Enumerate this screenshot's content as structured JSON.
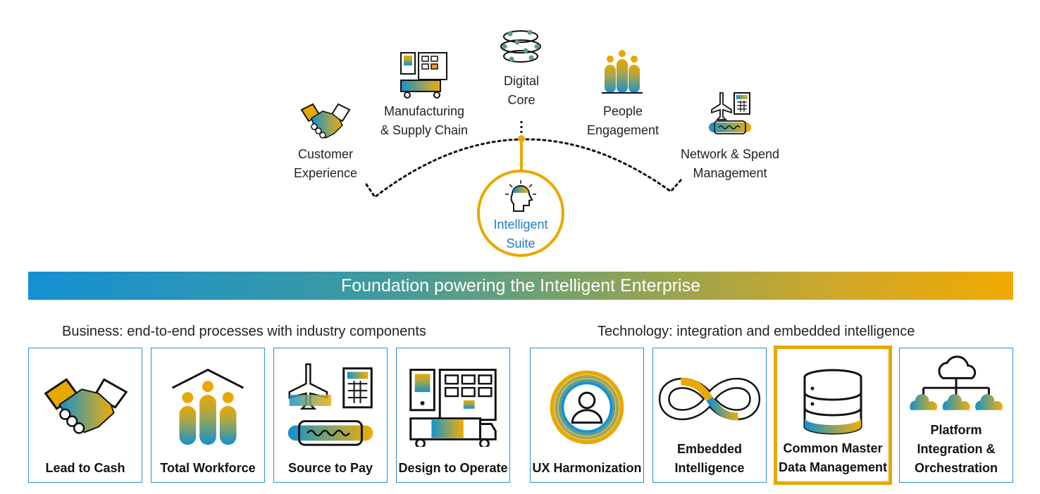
{
  "top_items": [
    {
      "label": "Customer\nExperience",
      "icon": "handshake-icon"
    },
    {
      "label": "Manufacturing\n& Supply Chain",
      "icon": "factory-icon"
    },
    {
      "label": "Digital\nCore",
      "icon": "core-network-icon"
    },
    {
      "label": "People\nEngagement",
      "icon": "people-icon"
    },
    {
      "label": "Network & Spend\nManagement",
      "icon": "plane-calculator-icon"
    }
  ],
  "center": {
    "label": "Intelligent\nSuite",
    "icon": "head-lightbulb-icon"
  },
  "banner": "Foundation powering the Intelligent Enterprise",
  "business": {
    "heading": "Business: end-to-end processes with industry components",
    "cards": [
      {
        "label": "Lead to Cash",
        "icon": "handshake-icon"
      },
      {
        "label": "Total Workforce",
        "icon": "people-house-icon"
      },
      {
        "label": "Source to Pay",
        "icon": "plane-calculator-icon"
      },
      {
        "label": "Design to Operate",
        "icon": "factory-icon"
      }
    ]
  },
  "technology": {
    "heading": "Technology: integration and embedded intelligence",
    "cards": [
      {
        "label": "UX Harmonization",
        "icon": "user-circle-icon"
      },
      {
        "label": "Embedded\nIntelligence",
        "icon": "infinity-icon"
      },
      {
        "label": "Common Master\nData Management",
        "icon": "database-icon",
        "highlighted": true
      },
      {
        "label": "Platform\nIntegration &\nOrchestration",
        "icon": "cloud-network-icon"
      }
    ]
  },
  "colors": {
    "blue": "#1590d3",
    "gold": "#e8a800",
    "teal": "#5c9c8a",
    "olive": "#a9a64b",
    "border": "#2b8fd0"
  }
}
